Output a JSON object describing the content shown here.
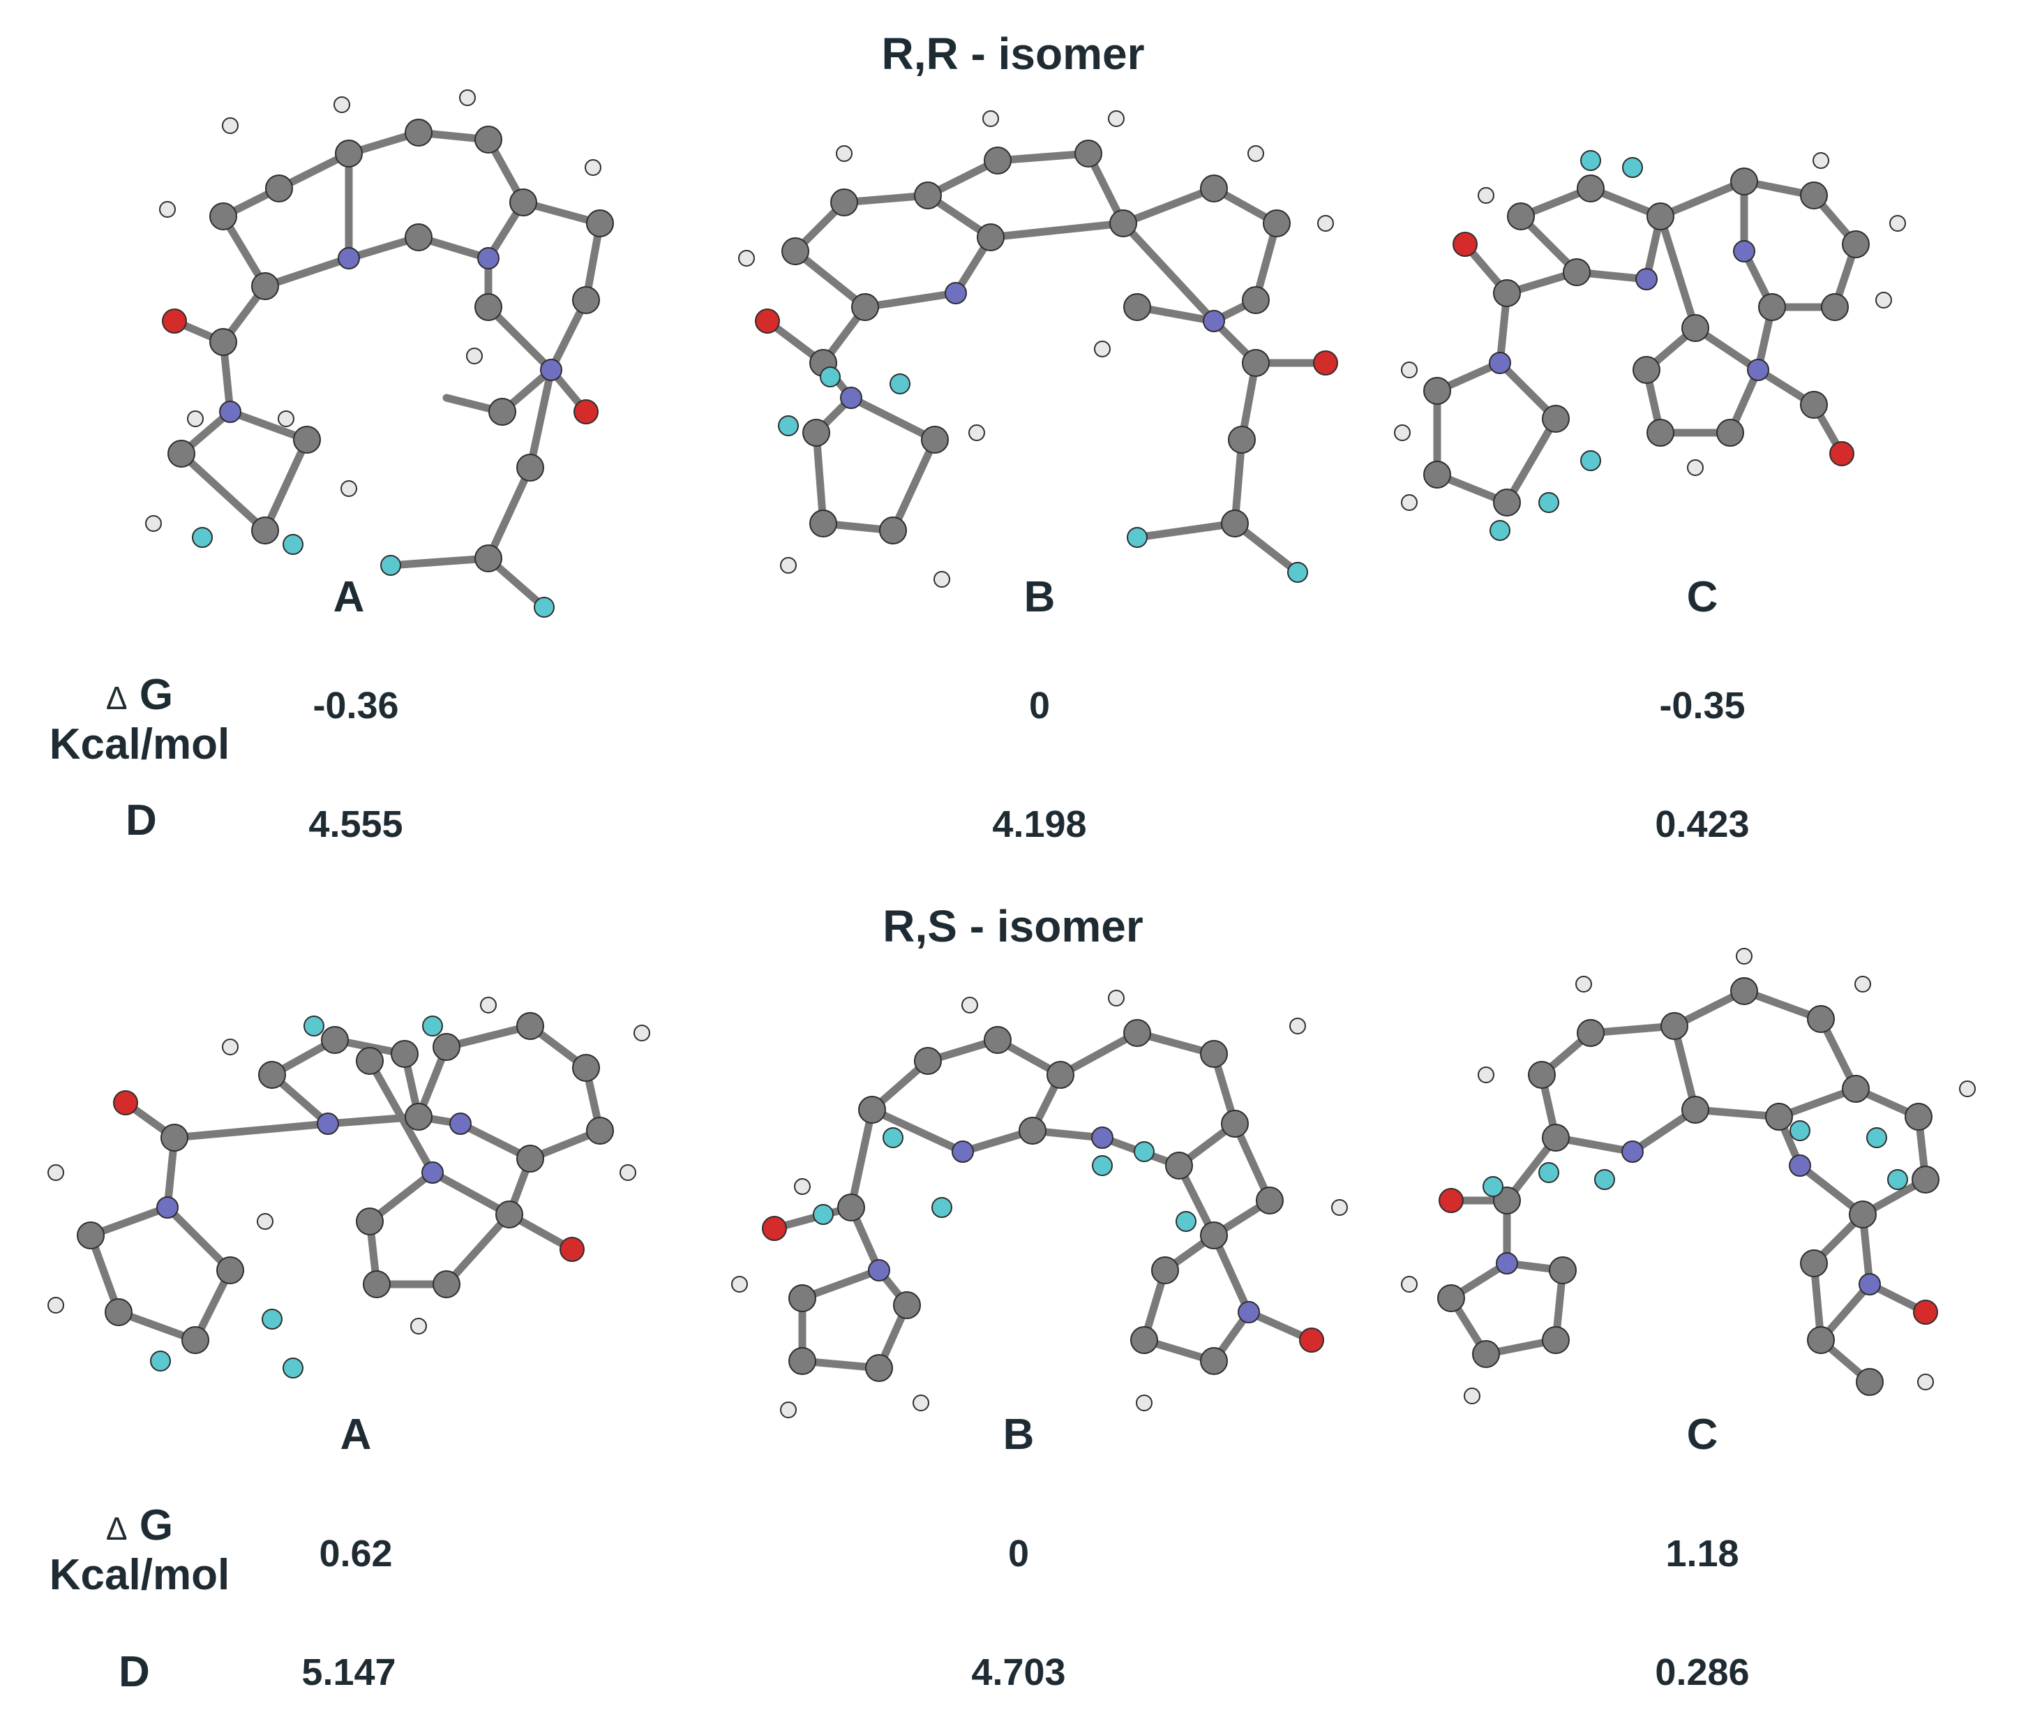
{
  "row_labels": {
    "delta_g_symbol": "Δ",
    "delta_g": "G",
    "delta_g_unit": "Kcal/mol",
    "d": "D"
  },
  "sections": [
    {
      "title": "R,R - isomer",
      "conformers": [
        {
          "label": "A",
          "delta_g": "-0.36",
          "d": "4.555"
        },
        {
          "label": "B",
          "delta_g": "0",
          "d": "4.198"
        },
        {
          "label": "C",
          "delta_g": "-0.35",
          "d": "0.423"
        }
      ]
    },
    {
      "title": "R,S - isomer",
      "conformers": [
        {
          "label": "A",
          "delta_g": "0.62",
          "d": "5.147"
        },
        {
          "label": "B",
          "delta_g": "0",
          "d": "4.703"
        },
        {
          "label": "C",
          "delta_g": "1.18",
          "d": "0.286"
        }
      ]
    }
  ],
  "colors": {
    "carbon": "#7c7c7c",
    "nitrogen": "#7070c0",
    "oxygen": "#d42b2b",
    "fluorine": "#5bc8d0",
    "hydrogen": "#e8e8e8",
    "bond": "#7a7a7a",
    "text": "#1f2b33"
  }
}
